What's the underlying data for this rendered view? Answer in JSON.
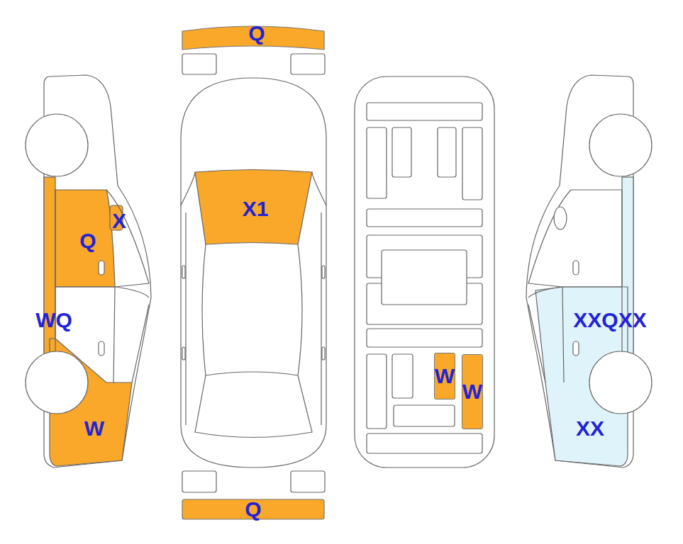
{
  "diagram": {
    "nodes": [
      {
        "text": [
          "Q"
        ]
      },
      {
        "text": [
          "X"
        ]
      },
      {
        "text": [
          "Q"
        ]
      },
      {
        "text": [
          "X1"
        ]
      },
      {
        "text": [
          "WQ"
        ]
      },
      {
        "text": [
          "XXQXX"
        ]
      },
      {
        "text": [
          "W"
        ]
      },
      {
        "text": [
          "W"
        ]
      },
      {
        "text": [
          "W"
        ]
      },
      {
        "text": [
          "XX"
        ]
      },
      {
        "text": [
          "Q"
        ]
      }
    ]
  }
}
